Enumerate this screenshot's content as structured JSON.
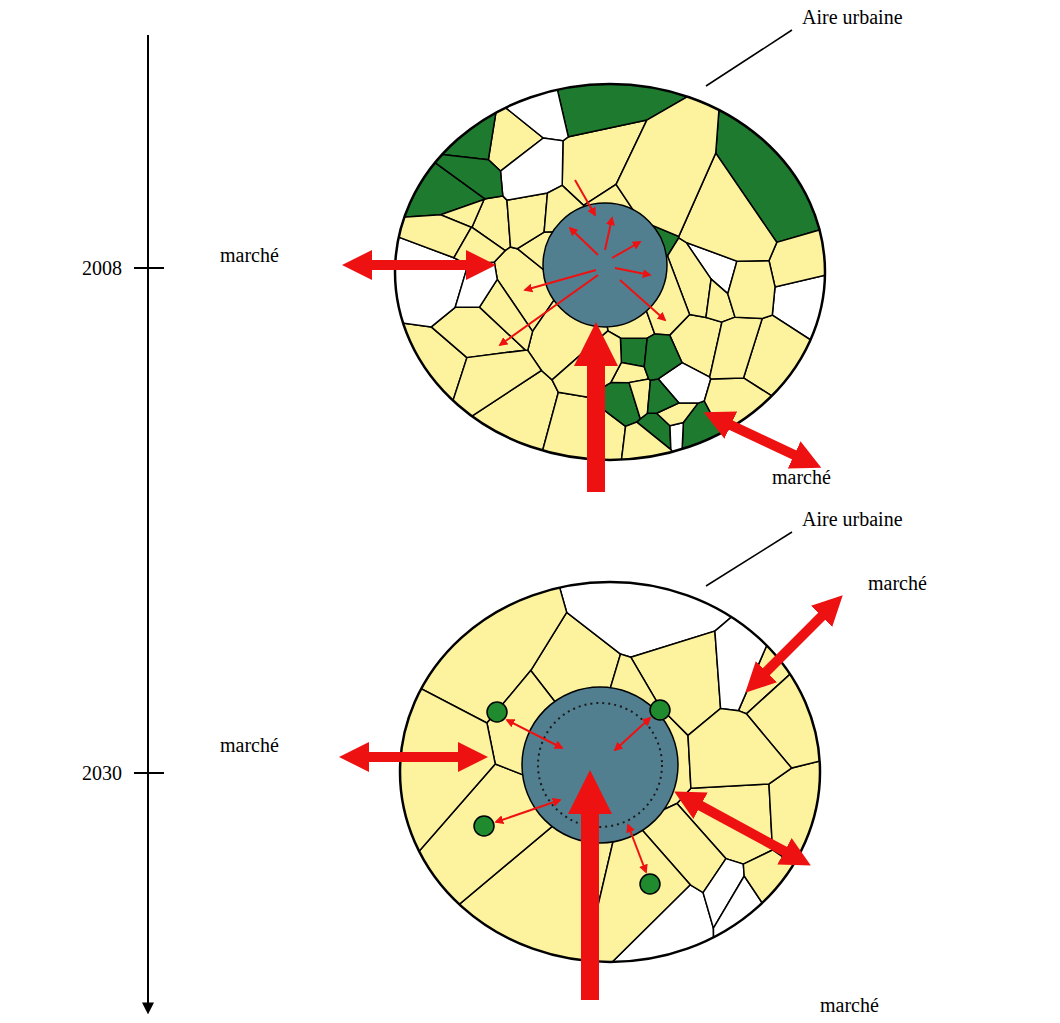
{
  "diagram": {
    "labels": [
      "Aire urbaine",
      "2008",
      "marché",
      "marché",
      "Aire urbaine",
      "marché",
      "2030",
      "marché",
      "marché"
    ]
  }
}
